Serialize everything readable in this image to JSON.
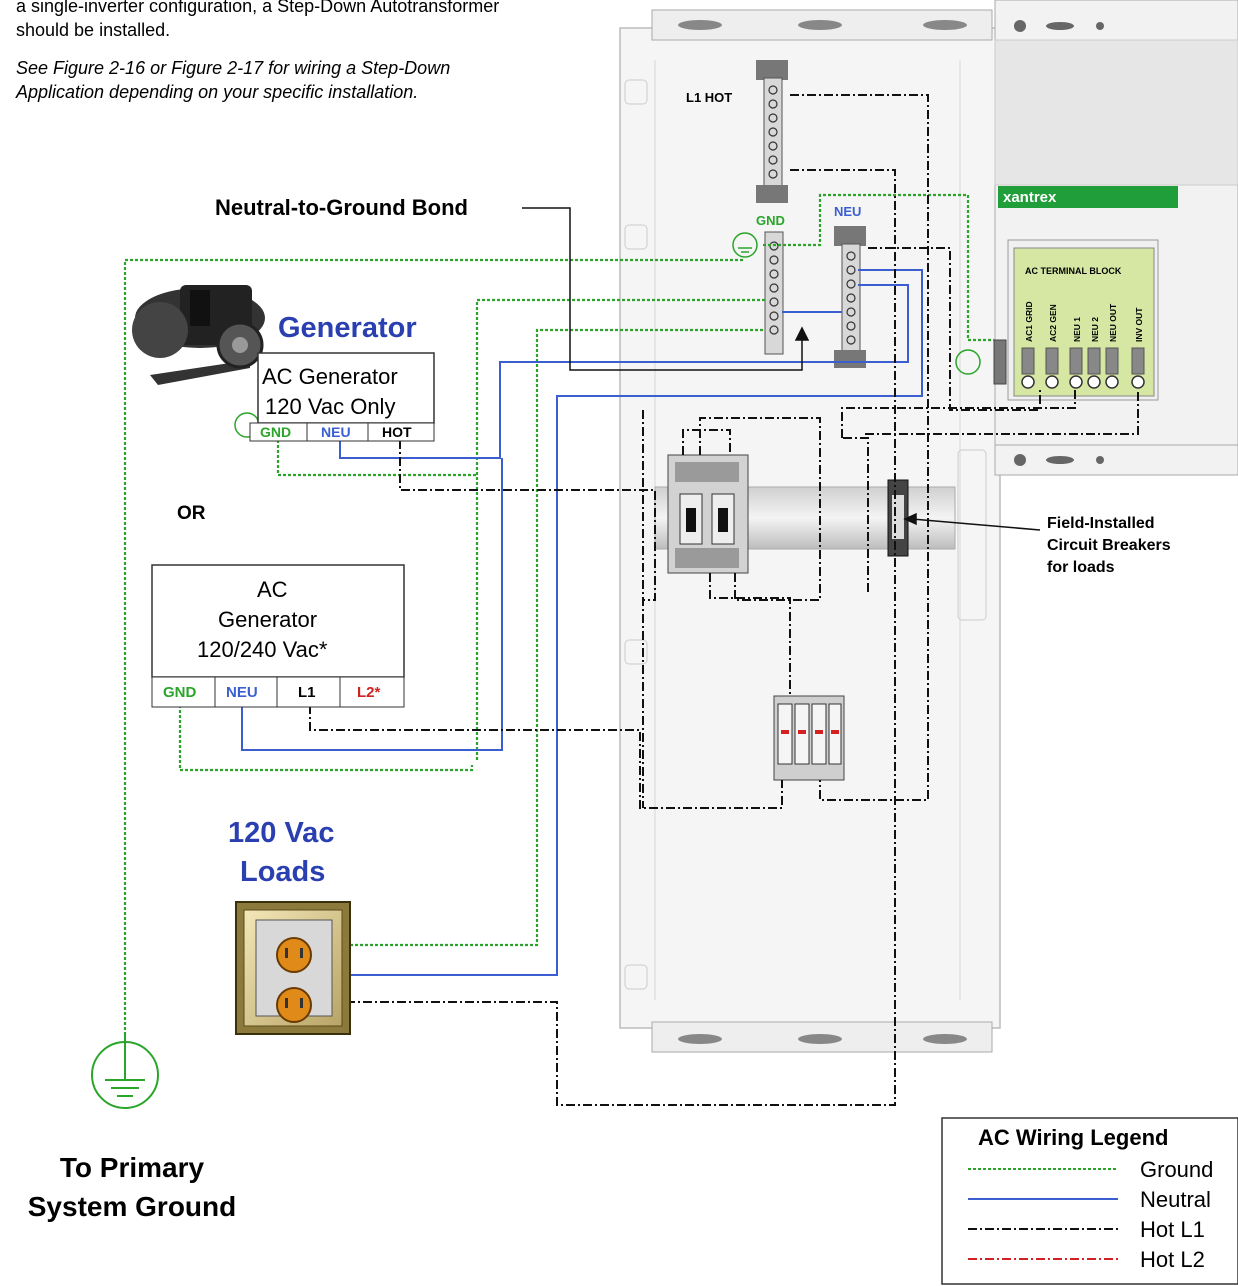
{
  "intro": {
    "line1": "a single-inverter configuration, a Step-Down Autotransformer",
    "line2": "should be installed.",
    "italic1": "See Figure 2-16 or Figure 2-17 for wiring a Step-Down",
    "italic2": "Application depending on your specific installation."
  },
  "callouts": {
    "neutral_ground_bond": "Neutral-to-Ground Bond",
    "field_breakers_1": "Field-Installed",
    "field_breakers_2": "Circuit Breakers",
    "field_breakers_3": "for loads"
  },
  "panel": {
    "l1_hot": "L1 HOT",
    "gnd": "GND",
    "neu": "NEU",
    "brand": "xantrex",
    "terminal_block_title": "AC TERMINAL BLOCK",
    "terminals": [
      "AC1 GRID",
      "AC2 GEN",
      "NEU 1",
      "NEU 2",
      "NEU OUT",
      "INV OUT"
    ]
  },
  "generator": {
    "title": "Generator",
    "box1_line1": "AC Generator",
    "box1_line2": "120 Vac Only",
    "box1_terms": [
      "GND",
      "NEU",
      "HOT"
    ],
    "or": "OR",
    "box2_line1": "AC",
    "box2_line2": "Generator",
    "box2_line3": "120/240 Vac*",
    "box2_terms": [
      "GND",
      "NEU",
      "L1",
      "L2*"
    ]
  },
  "loads": {
    "line1": "120 Vac",
    "line2": "Loads"
  },
  "ground": {
    "line1": "To Primary",
    "line2": "System Ground"
  },
  "legend": {
    "title": "AC Wiring Legend",
    "items": [
      "Ground",
      "Neutral",
      "Hot L1",
      "Hot L2"
    ]
  },
  "colors": {
    "ground": "#2aa52a",
    "neutral": "#3b5fd0",
    "hot_l1": "#000000",
    "hot_l2": "#d42020",
    "generator_title": "#2a3fb0",
    "loads_title": "#2a3fb0",
    "xantrex_green": "#1f9e3a"
  }
}
